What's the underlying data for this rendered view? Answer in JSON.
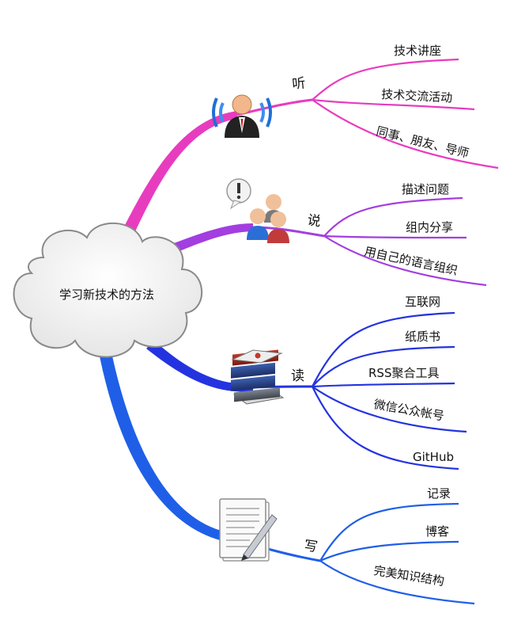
{
  "center": {
    "label": "学习新技术的方法"
  },
  "branches": [
    {
      "key": "listen",
      "label": "听",
      "color": "#e83cbf",
      "icon": "listener-person-icon",
      "leaves": [
        "技术讲座",
        "技术交流活动",
        "同事、朋友、导师"
      ]
    },
    {
      "key": "speak",
      "label": "说",
      "color": "#a33ee0",
      "icon": "discussion-group-icon",
      "leaves": [
        "描述问题",
        "组内分享",
        "用自己的语言组织"
      ]
    },
    {
      "key": "read",
      "label": "读",
      "color": "#2433e0",
      "icon": "books-stack-icon",
      "leaves": [
        "互联网",
        "纸质书",
        "RSS聚合工具",
        "微信公众帐号",
        "GitHub"
      ]
    },
    {
      "key": "write",
      "label": "写",
      "color": "#1f5fe8",
      "icon": "document-pen-icon",
      "leaves": [
        "记录",
        "博客",
        "完美知识结构"
      ]
    }
  ]
}
